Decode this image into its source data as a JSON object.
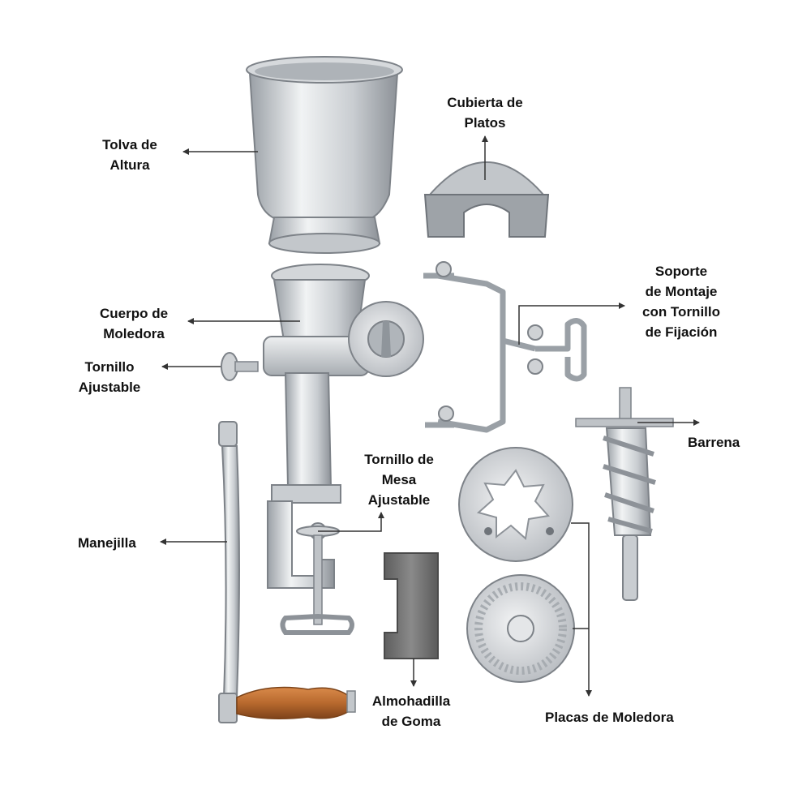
{
  "labels": {
    "tolva": [
      "Tolva de",
      "Altura"
    ],
    "cubierta": [
      "Cubierta de",
      "Platos"
    ],
    "cuerpo": [
      "Cuerpo de",
      "Moledora"
    ],
    "soporte": [
      "Soporte",
      "de Montaje",
      "con Tornillo",
      "de Fijación"
    ],
    "tornillo_ajustable": [
      "Tornillo",
      "Ajustable"
    ],
    "barrena": [
      "Barrena"
    ],
    "tornillo_mesa": [
      "Tornillo de",
      "Mesa",
      "Ajustable"
    ],
    "manejilla": [
      "Manejilla"
    ],
    "almohadilla": [
      "Almohadilla",
      "de Goma"
    ],
    "placas": [
      "Placas de Moledora"
    ]
  },
  "colors": {
    "metal_light": "#e6e8ea",
    "metal_mid": "#c4c8cc",
    "metal_dark": "#8c9196",
    "rubber": "#6f6f6f",
    "wood": "#b8692e",
    "text": "#111111"
  }
}
